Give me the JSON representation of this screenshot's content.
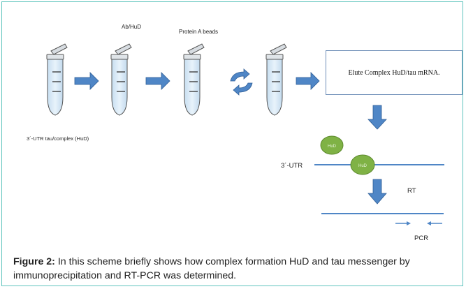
{
  "labels": {
    "ab_hud": "Ab/HuD",
    "protein_a": "Protein A beads",
    "complex": "3´-UTR tau/complex (HuD)",
    "elute": "Elute Complex HuD/tau mRNA.",
    "utr": "3´-UTR",
    "hud_circle_1": "HuD",
    "hud_circle_2": "HuD",
    "rt": "RT",
    "pcr": "PCR"
  },
  "caption": {
    "label": "Figure 2:",
    "text": " In this scheme briefly shows how complex formation HuD and tau messenger by immunoprecipitation and RT-PCR was determined."
  },
  "colors": {
    "frame": "#5fc4bd",
    "arrow": "#4f86c6",
    "tube_liquid": "#d6e9f7",
    "hud_circle": "#7fb245",
    "line": "#4f86c6"
  }
}
